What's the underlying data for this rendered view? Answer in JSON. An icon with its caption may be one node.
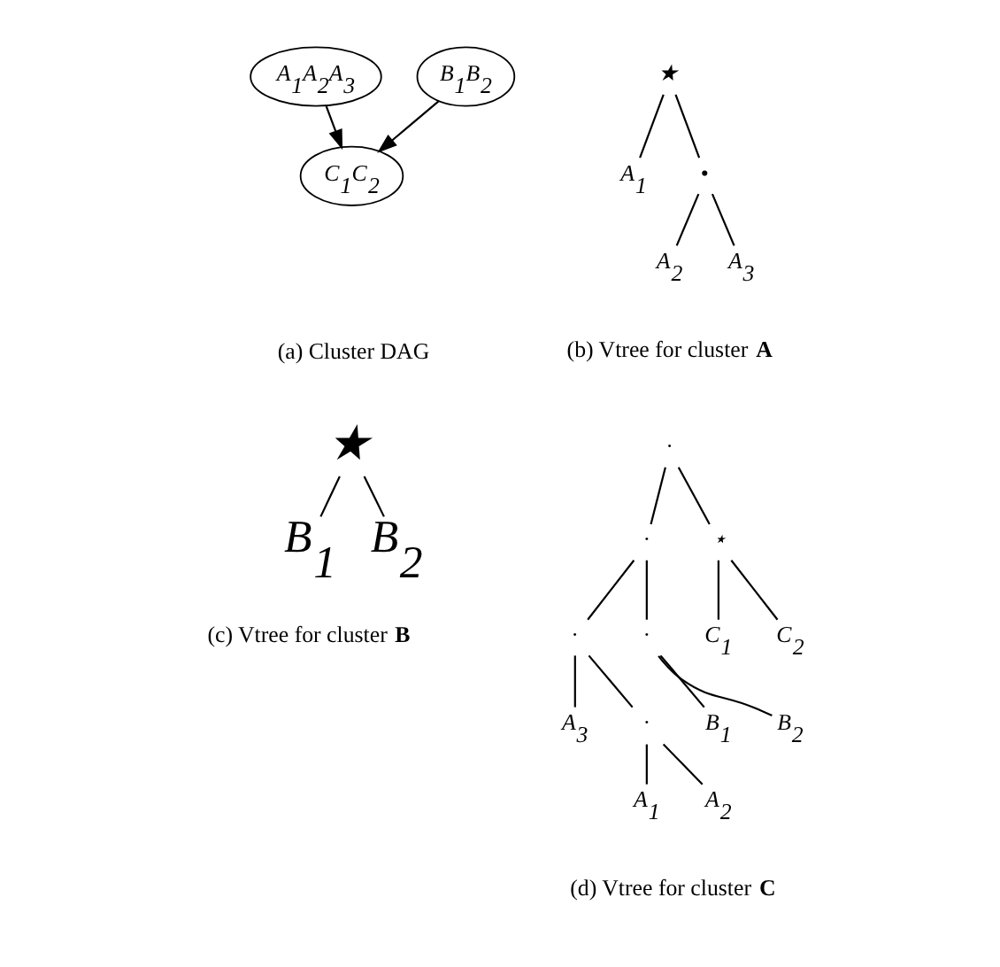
{
  "diagram": {
    "nodes": [
      {
        "text": [
          "A$_{1}$A$_{2}$A$_{3}$"
        ]
      },
      {
        "text": [
          "B$_{1}$B$_{2}$"
        ]
      },
      {
        "text": [
          "C$_{1}$C$_{2}$"
        ]
      },
      {
        "text": [
          "★"
        ]
      },
      {
        "text": [
          "A$_{1}$"
        ]
      },
      {
        "text": [
          "•"
        ]
      },
      {
        "text": [
          "A$_{2}$"
        ]
      },
      {
        "text": [
          "A$_{3}$"
        ]
      },
      {
        "text": [
          "★"
        ]
      },
      {
        "text": [
          "B$_{1}$"
        ]
      },
      {
        "text": [
          "B$_{2}$"
        ]
      },
      {
        "text": [
          "·"
        ]
      },
      {
        "text": [
          "·"
        ]
      },
      {
        "text": [
          "⋆"
        ]
      },
      {
        "text": [
          "·"
        ]
      },
      {
        "text": [
          "·"
        ]
      },
      {
        "text": [
          "C$_{1}$"
        ]
      },
      {
        "text": [
          "C$_{2}$"
        ]
      },
      {
        "text": [
          "A$_{3}$"
        ]
      },
      {
        "text": [
          "·"
        ]
      },
      {
        "text": [
          "B$_{1}$"
        ]
      },
      {
        "text": [
          "B$_{2}$"
        ]
      },
      {
        "text": [
          "A$_{1}$"
        ]
      },
      {
        "text": [
          "A$_{2}$"
        ]
      }
    ],
    "edges": [
      {
        "from": 0,
        "to": 2,
        "arrow": "to"
      },
      {
        "from": 1,
        "to": 2,
        "arrow": "to"
      },
      {
        "from": 3,
        "to": 4,
        "arrow": "none"
      },
      {
        "from": 3,
        "to": 5,
        "arrow": "none"
      },
      {
        "from": 5,
        "to": 6,
        "arrow": "none"
      },
      {
        "from": 5,
        "to": 7,
        "arrow": "none"
      },
      {
        "from": 8,
        "to": 9,
        "arrow": "none"
      },
      {
        "from": 8,
        "to": 10,
        "arrow": "none"
      },
      {
        "from": 11,
        "to": 12,
        "arrow": "none"
      },
      {
        "from": 11,
        "to": 13,
        "arrow": "none"
      },
      {
        "from": 12,
        "to": 14,
        "arrow": "none"
      },
      {
        "from": 12,
        "to": 15,
        "arrow": "none"
      },
      {
        "from": 13,
        "to": 16,
        "arrow": "none"
      },
      {
        "from": 13,
        "to": 17,
        "arrow": "none"
      },
      {
        "from": 14,
        "to": 18,
        "arrow": "none"
      },
      {
        "from": 14,
        "to": 19,
        "arrow": "none"
      },
      {
        "from": 15,
        "to": 20,
        "arrow": "none"
      },
      {
        "from": 15,
        "to": 21,
        "arrow": "none"
      },
      {
        "from": 19,
        "to": 22,
        "arrow": "none"
      },
      {
        "from": 19,
        "to": 23,
        "arrow": "none"
      }
    ],
    "labels": [
      "(a) Cluster DAG",
      "(b) Vtree for cluster **A**",
      "(c) Vtree for cluster **B**",
      "(d) Vtree for cluster **C**"
    ]
  }
}
